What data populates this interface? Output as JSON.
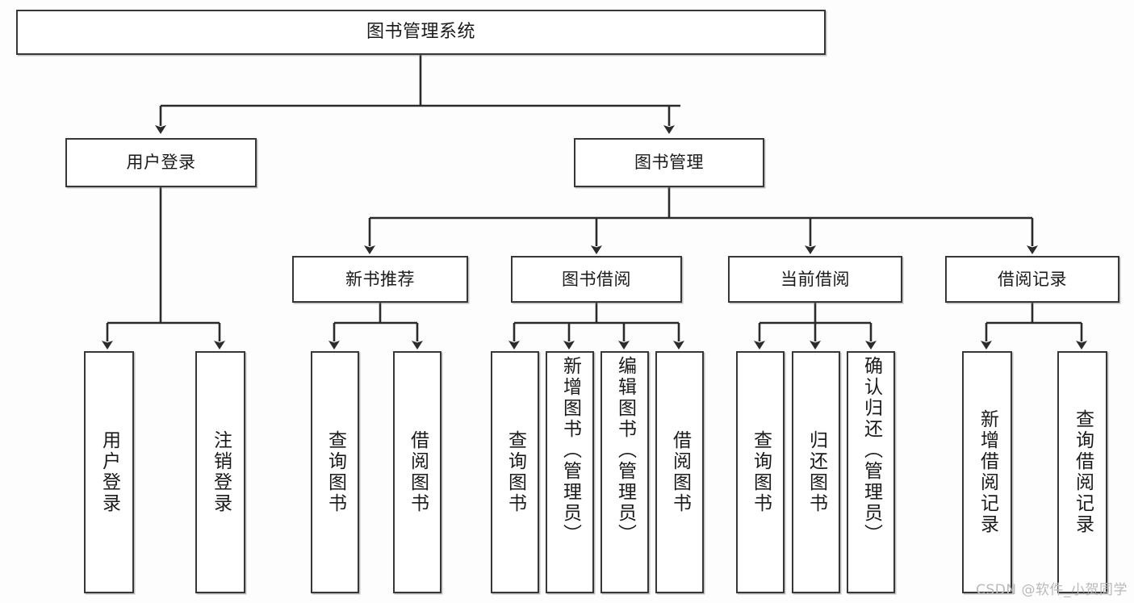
{
  "diagram": {
    "type": "tree",
    "title": "图书管理系统",
    "orientation": "top-down",
    "edge_style": "orthogonal-arrow",
    "colors": {
      "box_border": "#373737",
      "box_fill": "#ffffff",
      "edge": "#2b2b2b",
      "text": "#1a1a1a",
      "background": "#fdfdfd",
      "watermark": "#b9b9b9"
    },
    "root": {
      "id": "root",
      "label": "图书管理系统"
    },
    "level2": [
      {
        "id": "user-login",
        "label": "用户登录"
      },
      {
        "id": "book-manage",
        "label": "图书管理"
      }
    ],
    "level3": [
      {
        "id": "new-book-rec",
        "label": "新书推荐",
        "parent": "book-manage"
      },
      {
        "id": "book-borrow",
        "label": "图书借阅",
        "parent": "book-manage"
      },
      {
        "id": "current-borrow",
        "label": "当前借阅",
        "parent": "book-manage"
      },
      {
        "id": "borrow-record",
        "label": "借阅记录",
        "parent": "book-manage"
      }
    ],
    "leaves": [
      {
        "id": "leaf-user-login",
        "label": "用户登录",
        "parent": "user-login"
      },
      {
        "id": "leaf-logout",
        "label": "注销登录",
        "parent": "user-login"
      },
      {
        "id": "leaf-query-book-1",
        "label": "查询图书",
        "parent": "new-book-rec"
      },
      {
        "id": "leaf-borrow-book-1",
        "label": "借阅图书",
        "parent": "new-book-rec"
      },
      {
        "id": "leaf-query-book-2",
        "label": "查询图书",
        "parent": "book-borrow"
      },
      {
        "id": "leaf-add-book",
        "label": "新增图书（管理员）",
        "parent": "book-borrow"
      },
      {
        "id": "leaf-edit-book",
        "label": "编辑图书（管理员）",
        "parent": "book-borrow"
      },
      {
        "id": "leaf-borrow-book-2",
        "label": "借阅图书",
        "parent": "book-borrow"
      },
      {
        "id": "leaf-query-book-3",
        "label": "查询图书",
        "parent": "current-borrow"
      },
      {
        "id": "leaf-return-book",
        "label": "归还图书",
        "parent": "current-borrow"
      },
      {
        "id": "leaf-confirm-return",
        "label": "确认归还（管理员）",
        "parent": "current-borrow"
      },
      {
        "id": "leaf-add-record",
        "label": "新增借阅记录",
        "parent": "borrow-record"
      },
      {
        "id": "leaf-query-record",
        "label": "查询借阅记录",
        "parent": "borrow-record"
      }
    ]
  },
  "watermark": {
    "text": "CSDN @软件_小贺同学"
  }
}
